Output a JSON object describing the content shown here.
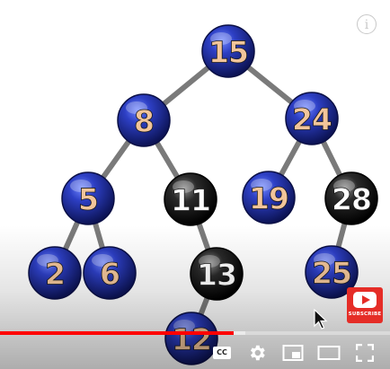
{
  "video": {
    "tree_nodes": [
      {
        "id": "n15",
        "label": "15",
        "color": "blue"
      },
      {
        "id": "n8",
        "label": "8",
        "color": "blue"
      },
      {
        "id": "n24",
        "label": "24",
        "color": "blue"
      },
      {
        "id": "n5",
        "label": "5",
        "color": "blue"
      },
      {
        "id": "n11",
        "label": "11",
        "color": "black"
      },
      {
        "id": "n19",
        "label": "19",
        "color": "blue"
      },
      {
        "id": "n28",
        "label": "28",
        "color": "black"
      },
      {
        "id": "n2",
        "label": "2",
        "color": "blue"
      },
      {
        "id": "n6",
        "label": "6",
        "color": "blue"
      },
      {
        "id": "n13",
        "label": "13",
        "color": "black"
      },
      {
        "id": "n25",
        "label": "25",
        "color": "blue"
      },
      {
        "id": "n12",
        "label": "12",
        "color": "blue"
      }
    ],
    "tree_edges": [
      [
        "n15",
        "n8"
      ],
      [
        "n15",
        "n24"
      ],
      [
        "n8",
        "n5"
      ],
      [
        "n8",
        "n11"
      ],
      [
        "n24",
        "n19"
      ],
      [
        "n24",
        "n28"
      ],
      [
        "n5",
        "n2"
      ],
      [
        "n5",
        "n6"
      ],
      [
        "n11",
        "n13"
      ],
      [
        "n28",
        "n25"
      ],
      [
        "n13",
        "n12"
      ]
    ]
  },
  "overlay": {
    "info_icon": "info-icon",
    "info_glyph": "i",
    "subscribe_label": "SUBSCRIBE"
  },
  "player": {
    "progress_played_fraction": 0.6,
    "progress_buffered_fraction": 0.63,
    "controls": {
      "cc_label": "CC",
      "cc_icon": "closed-captions-icon",
      "settings_icon": "gear-icon",
      "miniplayer_icon": "miniplayer-icon",
      "theater_icon": "theater-mode-icon",
      "fullscreen_icon": "fullscreen-icon"
    }
  },
  "colors": {
    "blue_node": "#1b2a8c",
    "black_node": "#111111",
    "blue_label": "#f2c59a",
    "black_label": "#ffffff",
    "edge": "#7a7a7a",
    "progress": "#ff0000",
    "subscribe": "#e52d27"
  }
}
